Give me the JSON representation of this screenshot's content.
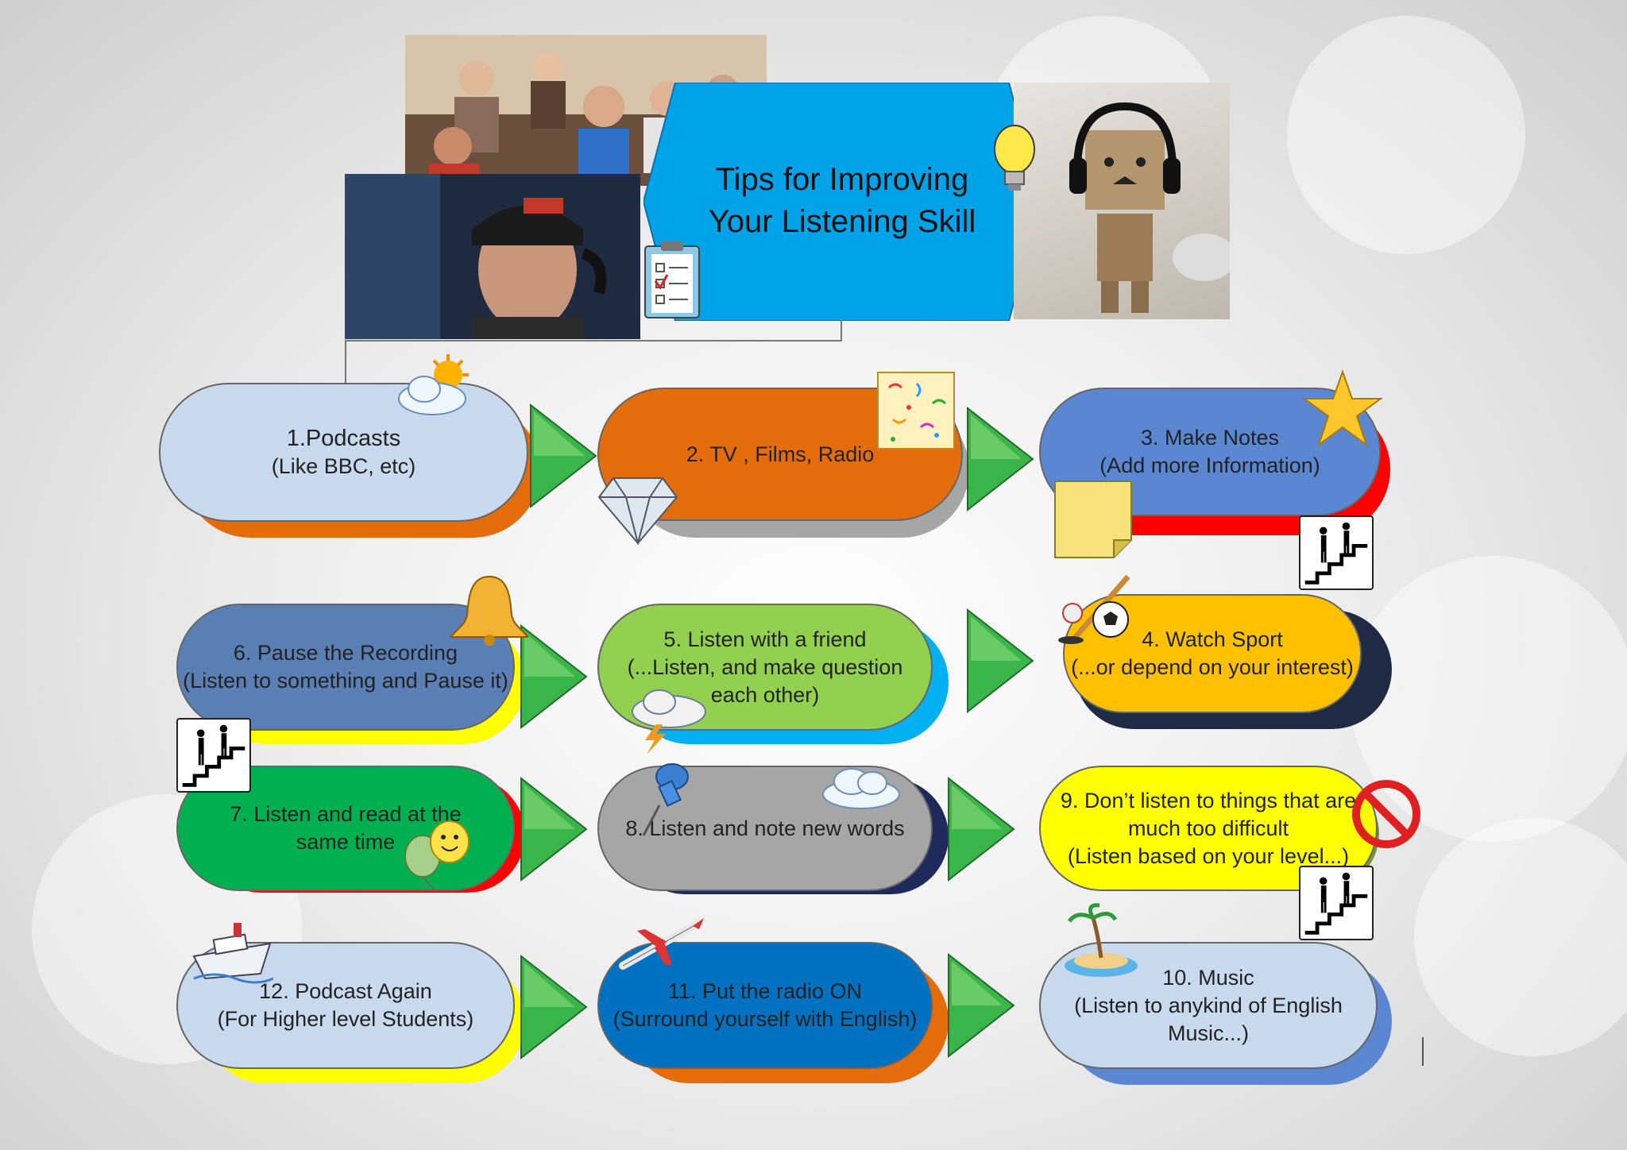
{
  "title": {
    "line1": "Tips for Improving",
    "line2": "Your Listening Skill"
  },
  "steps": [
    {
      "label": "1.Podcasts",
      "sub": "(Like BBC, etc)"
    },
    {
      "label": "2. TV , Films, Radio",
      "sub": ""
    },
    {
      "label": "3. Make Notes",
      "sub": "(Add more Information)"
    },
    {
      "label": "4. Watch Sport",
      "sub": "(...or depend on your interest)"
    },
    {
      "label": "5. Listen with a friend",
      "sub": "(...Listen, and make question each other)"
    },
    {
      "label": "6. Pause the Recording",
      "sub": "(Listen to something and Pause it)"
    },
    {
      "label": "7. Listen and read at the same time",
      "sub": ""
    },
    {
      "label": "8. Listen and note new words",
      "sub": ""
    },
    {
      "label": "9. Don’t listen to things that are much too difficult",
      "sub": "(Listen based on your level...)"
    },
    {
      "label": "10. Music",
      "sub": "(Listen to anykind of English Music...)"
    },
    {
      "label": "11. Put the radio ON",
      "sub": "(Surround yourself with English)"
    },
    {
      "label": "12. Podcast Again",
      "sub": "(For Higher level Students)"
    }
  ],
  "colors": {
    "title_box": "#00A2E8",
    "arrow": "#39B54A",
    "step1": "#C9D9EE",
    "step1_shadow": "#E46C0A",
    "step2": "#E46C0A",
    "step2_shadow": "#A6A6A6",
    "step3": "#5B87D2",
    "step3_shadow": "#FF0000",
    "step4": "#FFC000",
    "step4_shadow": "#1F2A44",
    "step5": "#92D050",
    "step5_shadow": "#00B0F0",
    "step6": "#5A7FB5",
    "step6_shadow": "#FFFF00",
    "step7": "#00B050",
    "step7_shadow": "#FF0000",
    "step8": "#A6A6A6",
    "step8_shadow": "#1F2A5C",
    "step9": "#FFFF00",
    "step9_shadow": "#77933C",
    "step10": "#C9D9EE",
    "step10_shadow": "#5B87D2",
    "step11": "#0070C0",
    "step11_shadow": "#E46C0A",
    "step12": "#C9D9EE",
    "step12_shadow": "#FFFF00"
  },
  "icons": [
    "sun-cloud-icon",
    "confetti-icon",
    "star-icon",
    "diamond-icon",
    "sticky-note-icon",
    "stairs-icon",
    "bell-icon",
    "sports-icon",
    "storm-cloud-icon",
    "pushpin-icon",
    "cloud-icon",
    "smiley-balloon-icon",
    "no-sign-icon",
    "ship-icon",
    "airplane-icon",
    "island-icon",
    "lightbulb-icon",
    "clipboard-icon"
  ]
}
